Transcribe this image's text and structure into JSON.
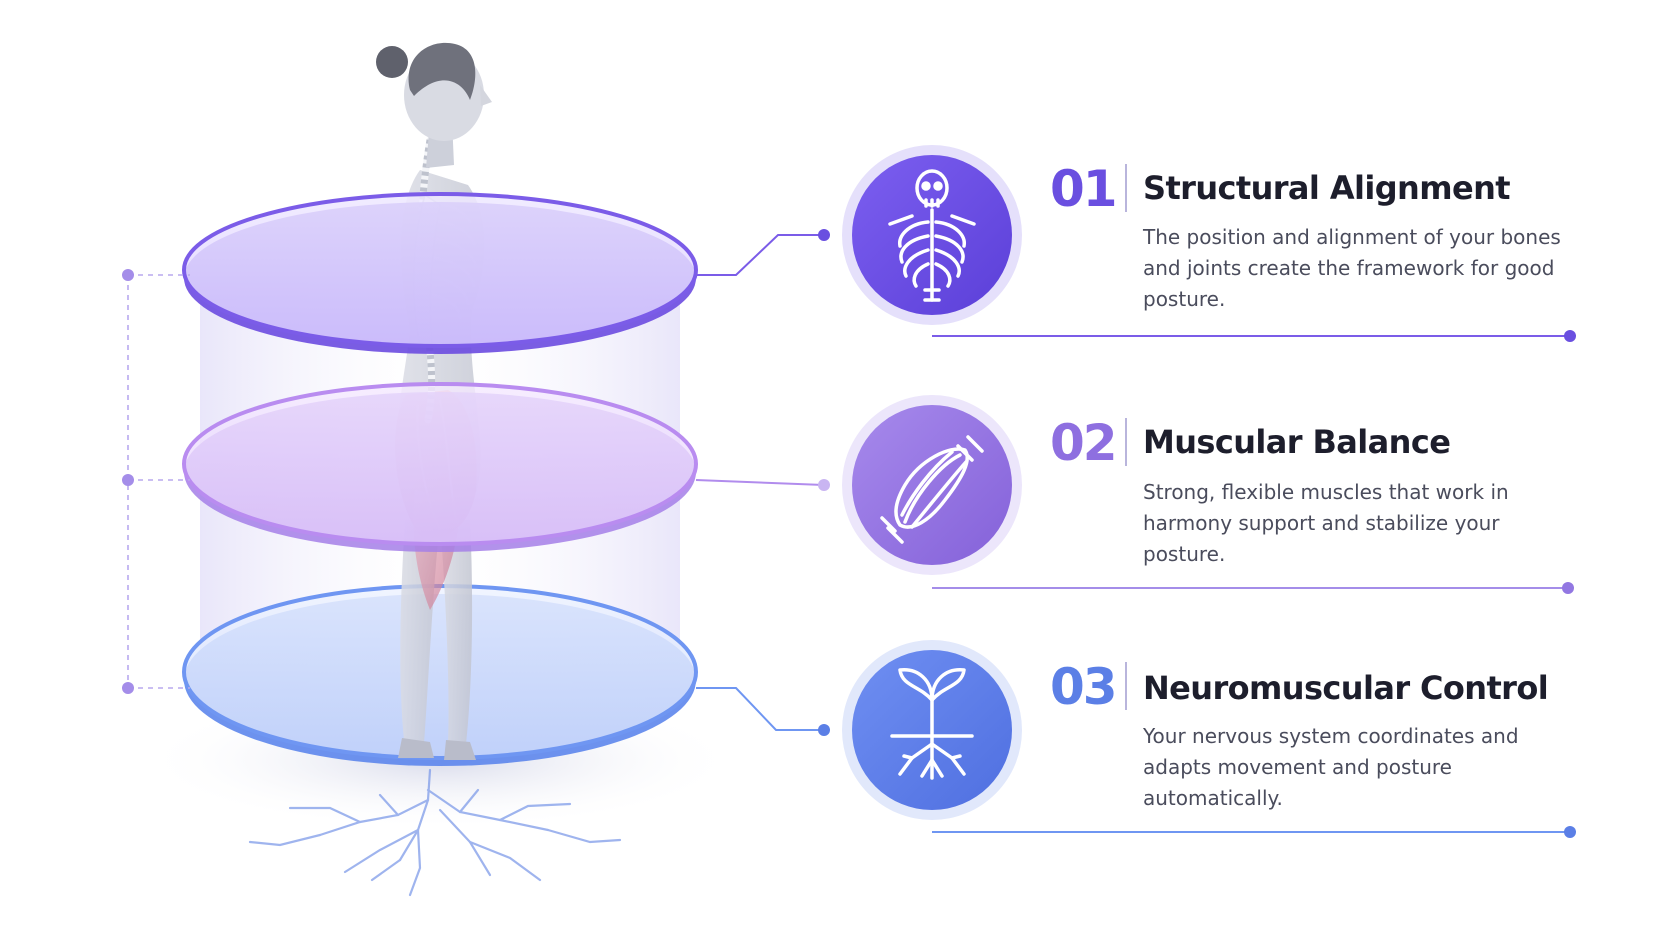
{
  "pillars": [
    {
      "number": "01",
      "title": "Structural Alignment",
      "description": "The position and alignment of your bones and joints create the framework for good posture.",
      "icon": "skeleton-icon",
      "color": "#6a4fe0"
    },
    {
      "number": "02",
      "title": "Muscular Balance",
      "description": "Strong, flexible muscles that work in harmony support and stabilize your posture.",
      "icon": "muscle-icon",
      "color": "#8e6fe0"
    },
    {
      "number": "03",
      "title": "Neuromuscular Control",
      "description": "Your nervous system coordinates and adapts movement and posture automatically.",
      "icon": "sprout-roots-icon",
      "color": "#5b7fe6"
    }
  ],
  "illustration": "standing-figure-with-three-layer-discs",
  "colors": {
    "layer1": "#7b5ce8",
    "layer2": "#b98cf0",
    "layer3": "#6f96f2",
    "connector": "#7f74e0"
  }
}
